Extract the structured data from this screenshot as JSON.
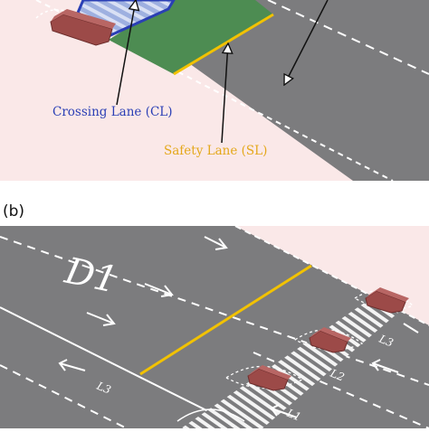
{
  "panel_a": {
    "crossing_lane_label": "Crossing Lane (CL)",
    "safety_lane_label": "Safety Lane (SL)"
  },
  "panel_b": {
    "panel_label": "(b)",
    "direction_label": "D1",
    "lane_labels": [
      "L3",
      "L2",
      "L1",
      "L3"
    ]
  },
  "colors": {
    "road": "#7c7c7e",
    "sidewalk": "#fae8e8",
    "crossing_lane_outline": "#2a3fb5",
    "crossing_lane_fill": "#9eb0e0",
    "safety_lane_fill": "#4d8c52",
    "safety_line": "#f2c200",
    "island": "#9c4a48"
  }
}
